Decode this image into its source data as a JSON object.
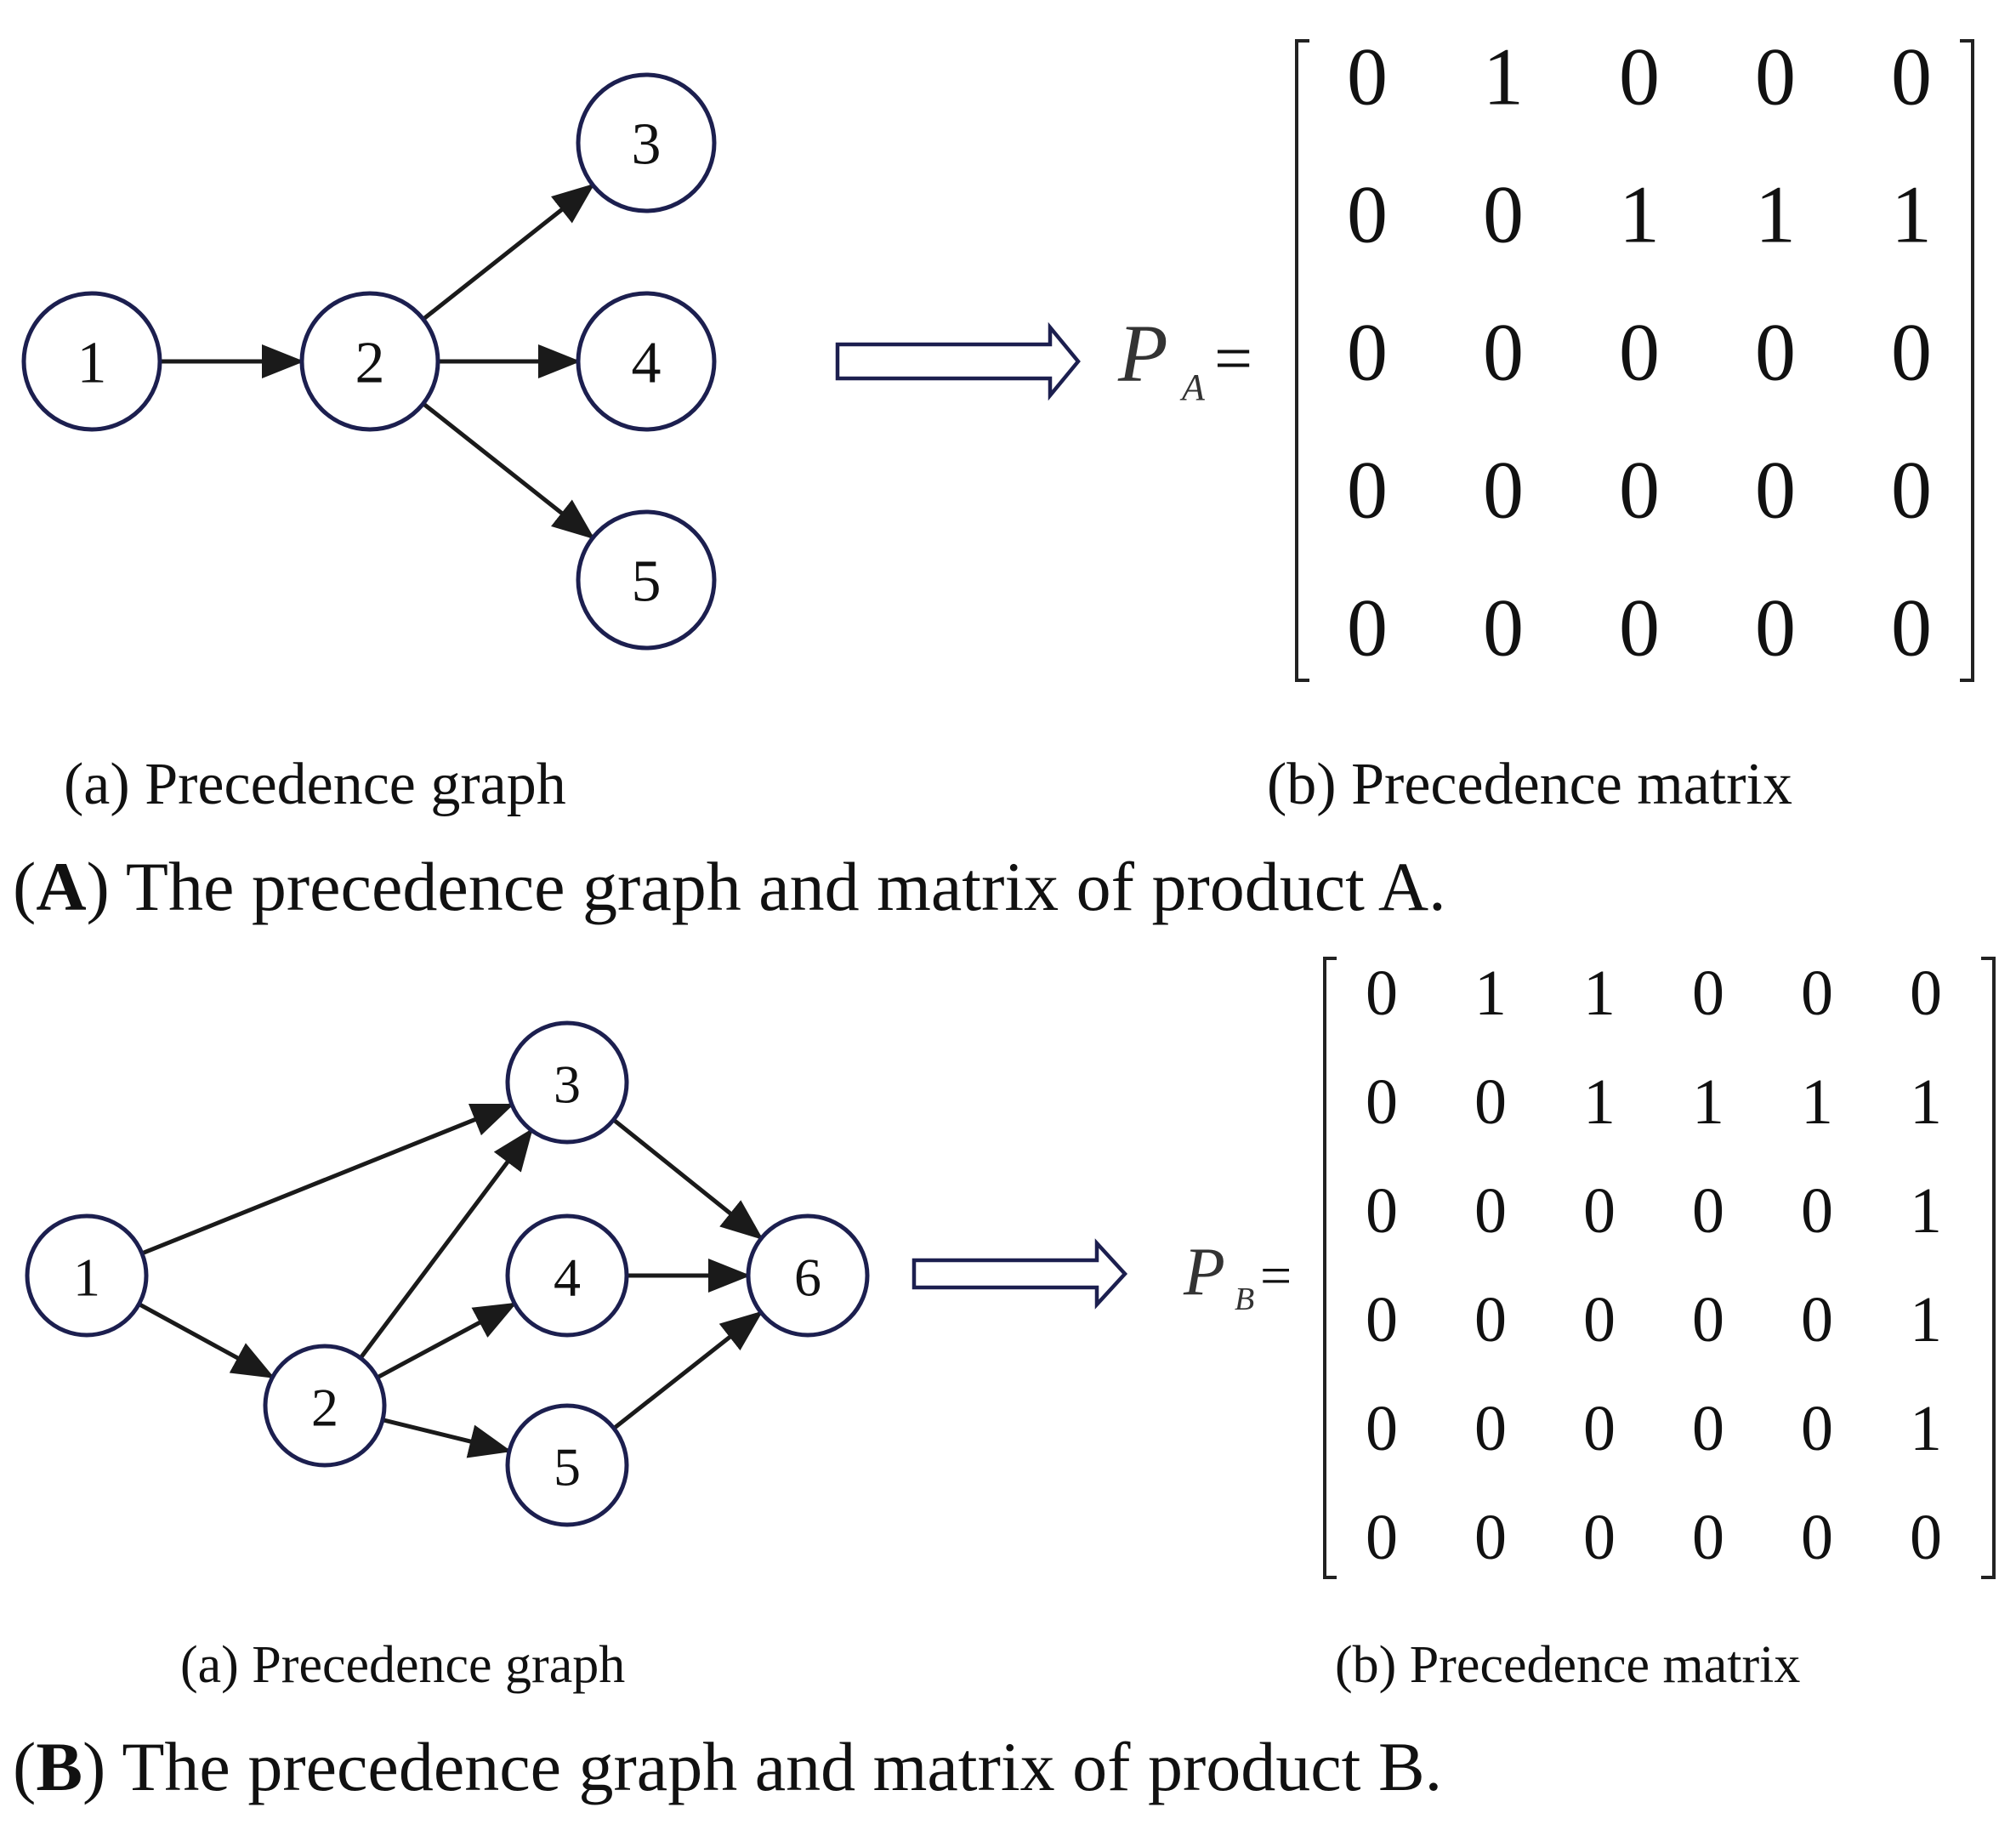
{
  "panel_a": {
    "graph": {
      "nodes": [
        "1",
        "2",
        "3",
        "4",
        "5"
      ],
      "edges": [
        [
          "1",
          "2"
        ],
        [
          "2",
          "3"
        ],
        [
          "2",
          "4"
        ],
        [
          "2",
          "5"
        ]
      ]
    },
    "matrix_symbol": "P",
    "matrix_subscript": "A",
    "equals": "=",
    "matrix": [
      [
        "0",
        "1",
        "0",
        "0",
        "0"
      ],
      [
        "0",
        "0",
        "1",
        "1",
        "1"
      ],
      [
        "0",
        "0",
        "0",
        "0",
        "0"
      ],
      [
        "0",
        "0",
        "0",
        "0",
        "0"
      ],
      [
        "0",
        "0",
        "0",
        "0",
        "0"
      ]
    ],
    "subcaption_graph": "(a) Precedence graph",
    "subcaption_matrix": "(b) Precedence matrix",
    "caption_letter": "A",
    "caption_text": ") The precedence graph and matrix of product A.",
    "caption_open": "("
  },
  "panel_b": {
    "graph": {
      "nodes": [
        "1",
        "2",
        "3",
        "4",
        "5",
        "6"
      ],
      "edges": [
        [
          "1",
          "3"
        ],
        [
          "1",
          "2"
        ],
        [
          "2",
          "3"
        ],
        [
          "2",
          "4"
        ],
        [
          "2",
          "5"
        ],
        [
          "3",
          "6"
        ],
        [
          "4",
          "6"
        ],
        [
          "5",
          "6"
        ]
      ]
    },
    "matrix_symbol": "P",
    "matrix_subscript": "B",
    "equals": "=",
    "matrix": [
      [
        "0",
        "1",
        "1",
        "0",
        "0",
        "0"
      ],
      [
        "0",
        "0",
        "1",
        "1",
        "1",
        "1"
      ],
      [
        "0",
        "0",
        "0",
        "0",
        "0",
        "1"
      ],
      [
        "0",
        "0",
        "0",
        "0",
        "0",
        "1"
      ],
      [
        "0",
        "0",
        "0",
        "0",
        "0",
        "1"
      ],
      [
        "0",
        "0",
        "0",
        "0",
        "0",
        "0"
      ]
    ],
    "subcaption_graph": "(a) Precedence graph",
    "subcaption_matrix": "(b) Precedence matrix",
    "caption_letter": "B",
    "caption_text": ") The precedence graph and matrix of product B.",
    "caption_open": "("
  }
}
